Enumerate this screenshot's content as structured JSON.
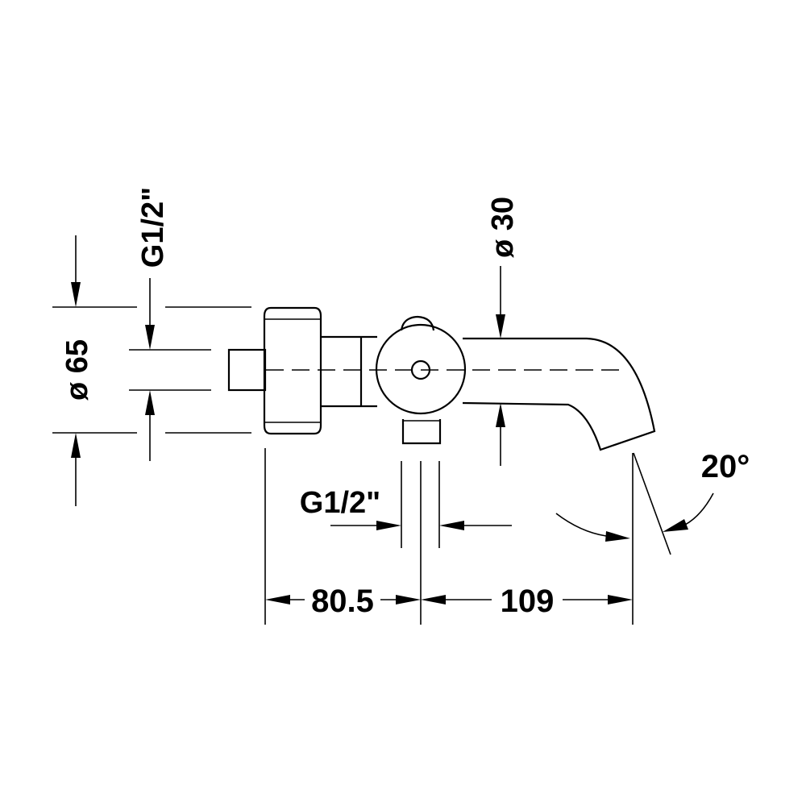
{
  "labels": {
    "thread_top": "G1/2\"",
    "diameter_body": "ø 65",
    "diameter_spout": "ø 30",
    "thread_bottom": "G1/2\"",
    "angle": "20°",
    "dim_left": "80.5",
    "dim_right": "109"
  },
  "colors": {
    "ink": "#000000",
    "background": "#ffffff"
  }
}
